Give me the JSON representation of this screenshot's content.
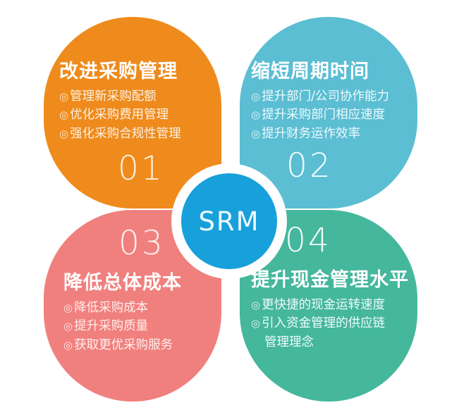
{
  "diagram": {
    "center": {
      "label": "SRM"
    },
    "bullet_glyph": "◎",
    "colors": {
      "petal_01": "#ee8b1c",
      "petal_02": "#5bbed3",
      "petal_03": "#f0807e",
      "petal_04": "#45b79c",
      "center": "#18a0db",
      "background": "#ffffff",
      "text": "#ffffff"
    },
    "petals": [
      {
        "index": "01",
        "title": "改进采购管理",
        "items": [
          "管理新采购配额",
          "优化采购费用管理",
          "强化采购合规性管理"
        ]
      },
      {
        "index": "02",
        "title": "缩短周期时间",
        "items": [
          "提升部门/公司协作能力",
          "提升采购部门相应速度",
          "提升财务运作效率"
        ]
      },
      {
        "index": "03",
        "title": "降低总体成本",
        "items": [
          "降低采购成本",
          "提升采购质量",
          "获取更优采购服务"
        ]
      },
      {
        "index": "04",
        "title": "提升现金管理水平",
        "items": [
          "更快捷的现金运转速度",
          "引入资金管理的供应链",
          "管理理念"
        ]
      }
    ]
  }
}
